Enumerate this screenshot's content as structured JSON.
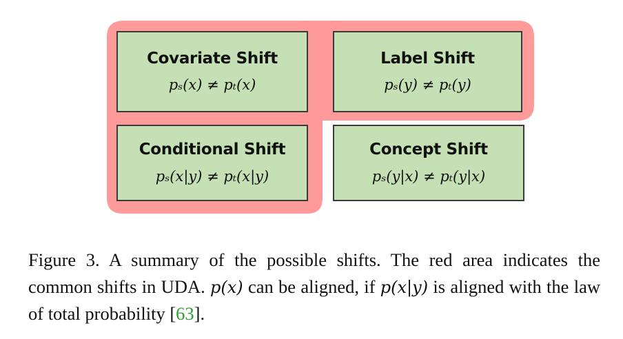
{
  "colors": {
    "red_area": "#ff9a9a",
    "box_fill": "#c5e0b4",
    "box_border": "#3a3a3a",
    "citation": "#2e9e2e"
  },
  "boxes": {
    "covariate": {
      "title": "Covariate Shift",
      "formula": "pₛ(x) ≠ pₜ(x)"
    },
    "label": {
      "title": "Label Shift",
      "formula": "pₛ(y) ≠ pₜ(y)"
    },
    "conditional": {
      "title": "Conditional Shift",
      "formula": "pₛ(x|y) ≠ pₜ(x|y)"
    },
    "concept": {
      "title": "Concept Shift",
      "formula": "pₛ(y|x) ≠ pₜ(y|x)"
    }
  },
  "caption": {
    "part1": "Figure 3. A summary of the possible shifts. The red area indicates the common shifts in UDA. ",
    "math1": "p(x)",
    "part2": " can be aligned, if ",
    "math2": "p(x|y)",
    "part3": " is aligned with the law of total probability [",
    "citation": "63",
    "part4": "]."
  }
}
